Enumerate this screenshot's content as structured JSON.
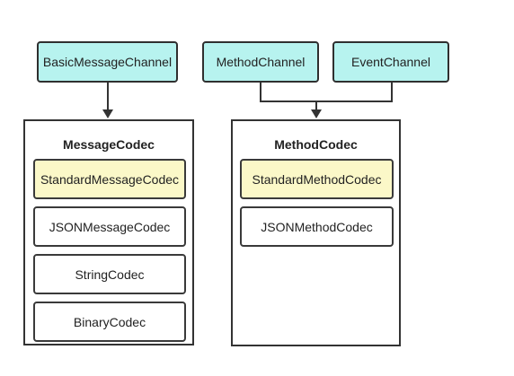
{
  "channels": {
    "basic": "BasicMessageChannel",
    "method": "MethodChannel",
    "event": "EventChannel"
  },
  "message_codec": {
    "title": "MessageCodec",
    "items": [
      "StandardMessageCodec",
      "JSONMessageCodec",
      "StringCodec",
      "BinaryCodec"
    ]
  },
  "method_codec": {
    "title": "MethodCodec",
    "items": [
      "StandardMethodCodec",
      "JSONMethodCodec"
    ]
  },
  "colors": {
    "channel_fill": "#b7f3ef",
    "highlight_fill": "#fbf8c8",
    "border": "#333333"
  }
}
